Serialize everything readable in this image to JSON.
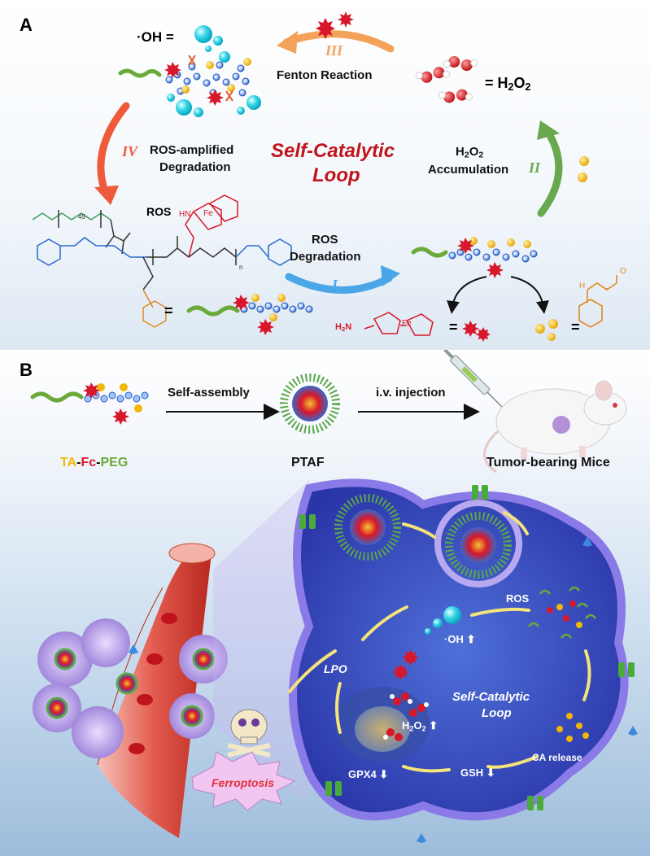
{
  "panels": {
    "a": "A",
    "b": "B"
  },
  "loop": {
    "oh_label": "·OH =",
    "h2o2_label": "= H",
    "h2o2_sub1": "2",
    "h2o2_o": "O",
    "h2o2_sub2": "2",
    "step_iii": "III",
    "fenton": "Fenton Reaction",
    "step_iv": "IV",
    "ros_amplified_1": "ROS-amplified",
    "ros_amplified_2": "Degradation",
    "center_1": "Self-Catalytic",
    "center_2": "Loop",
    "step_ii": "II",
    "accum_h": "H",
    "accum_2a": "2",
    "accum_o": "O",
    "accum_2b": "2",
    "accum_2": "Accumulation",
    "ros_label": "ROS",
    "step_i": "I",
    "ros_deg_1": "ROS",
    "ros_deg_2": "Degradation",
    "peg_45": "45",
    "poly_n": "n",
    "nh2": "H",
    "nh2_sub": "2",
    "nh2_n": "N",
    "fe": "Fe",
    "ho": "H",
    "o_atom": "O",
    "hn": "HN",
    "equals": "="
  },
  "panel_b": {
    "self_assembly": "Self-assembly",
    "iv_injection": "i.v. injection",
    "legend_ta": "TA",
    "legend_fc": "Fc",
    "legend_peg": "PEG",
    "legend_dash": "-",
    "ptaf": "PTAF",
    "mice": "Tumor-bearing Mice",
    "ros": "ROS",
    "oh": "·OH",
    "lpo": "LPO",
    "loop_1": "Self-Catalytic",
    "loop_2": "Loop",
    "h2o2_h": "H",
    "h2o2_2a": "2",
    "h2o2_o": "O",
    "h2o2_2b": "2",
    "gpx4": "GPX4",
    "gsh": "GSH",
    "ca_release": "CA release",
    "ferroptosis": "Ferroptosis"
  },
  "colors": {
    "peg_green": "#6aaa3a",
    "fc_red": "#d8172a",
    "ta_yellow": "#f2b705",
    "backbone_blue": "#3a66c8",
    "arrow_orange": "#f4a15a",
    "arrow_red": "#ee5a3a",
    "arrow_green": "#6aa84f",
    "arrow_blue": "#4aa6e6",
    "loop_title": "#c0141c",
    "cell_purple": "#6c5ad0"
  }
}
